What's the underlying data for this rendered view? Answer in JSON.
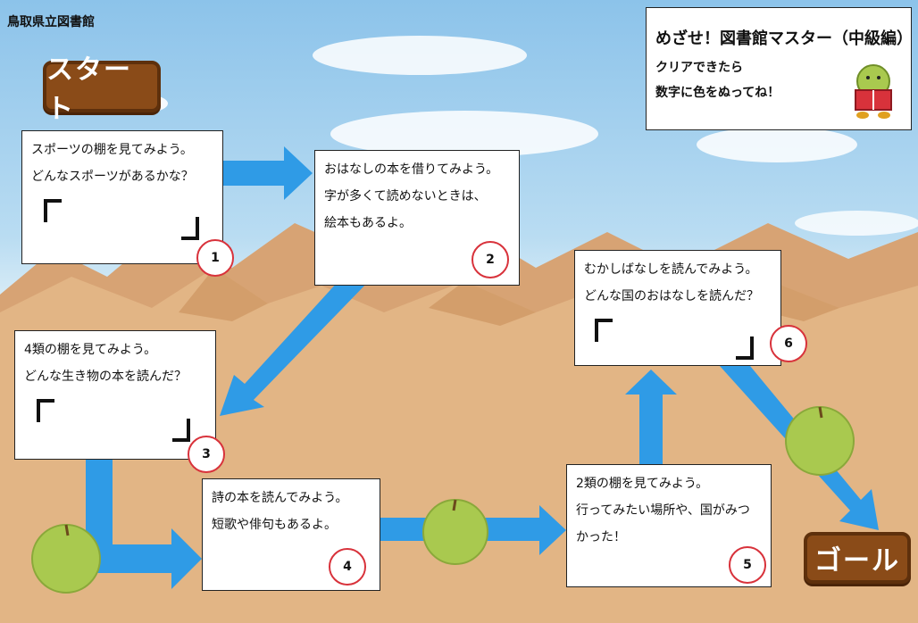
{
  "header": {
    "organization": "鳥取県立図書館"
  },
  "signs": {
    "start": "スタート",
    "goal": "ゴール"
  },
  "title_card": {
    "title": "めざせ！図書館マスター（中級編）",
    "line1": "クリアできたら",
    "line2": "数字に色をぬってね！"
  },
  "steps": [
    {
      "number": "1",
      "lines": [
        "スポーツの棚を見てみよう。",
        "どんなスポーツがあるかな？"
      ]
    },
    {
      "number": "2",
      "lines": [
        "おはなしの本を借りてみよう。",
        "字が多くて読めないときは、",
        "絵本もあるよ。"
      ]
    },
    {
      "number": "3",
      "lines": [
        "4類の棚を見てみよう。",
        "どんな生き物の本を読んだ？"
      ]
    },
    {
      "number": "4",
      "lines": [
        "詩の本を読んでみよう。",
        "短歌や俳句もあるよ。"
      ]
    },
    {
      "number": "5",
      "lines": [
        "2類の棚を見てみよう。",
        "行ってみたい場所や、国がみつ",
        "かった！"
      ]
    },
    {
      "number": "6",
      "lines": [
        "むかしばなしを読んでみよう。",
        "どんな国のおはなしを読んだ？"
      ]
    }
  ],
  "colors": {
    "arrow": "#2f9be6",
    "number_ring": "#d8323b",
    "sign_wood": "#8a4b18",
    "pear": "#a9c94f"
  },
  "icons": [
    "pear-icon",
    "mascot-reading-icon"
  ]
}
